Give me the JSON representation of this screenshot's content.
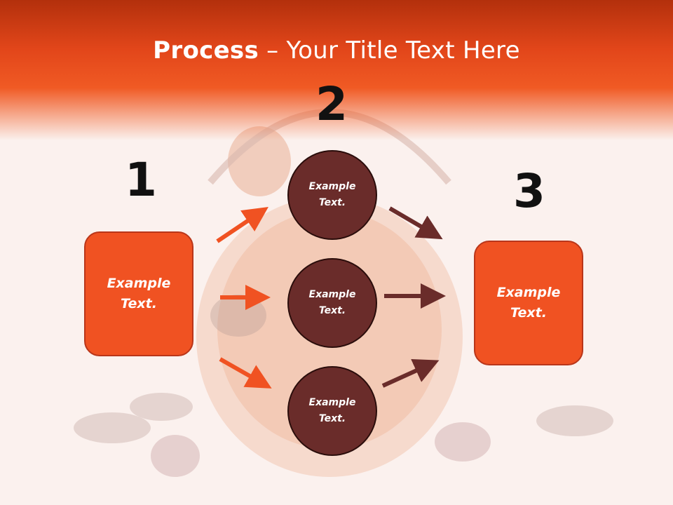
{
  "slide": {
    "title_strong": "Process",
    "title_rest": " – Your Title Text Here"
  },
  "steps": {
    "one": "1",
    "two": "2",
    "three": "3"
  },
  "boxes": {
    "left": "Example\nText.",
    "right": "Example\nText."
  },
  "circles": {
    "top": "Example\nText.",
    "middle": "Example\nText.",
    "bottom": "Example\nText."
  },
  "colors": {
    "header": "#e2461a",
    "box_fill": "#f05222",
    "circle_fill": "#6a2c2a",
    "arrow_orange": "#f05222",
    "arrow_brown": "#6a2c2a"
  }
}
